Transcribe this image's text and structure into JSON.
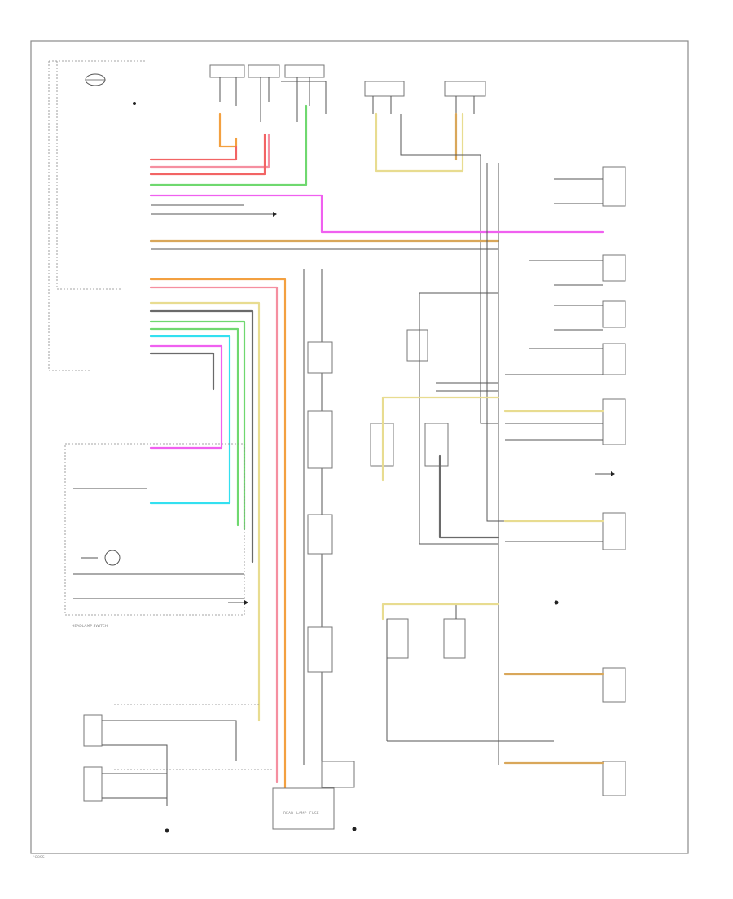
{
  "colors": {
    "red": "#f26464",
    "orange": "#f3a040",
    "pink": "#f58fa0",
    "green": "#6fd86f",
    "magenta": "#f060f0",
    "cyan": "#33e0f0",
    "tan": "#d9a75a",
    "yellow": "#e8dc90",
    "gray": "#6a6a6a",
    "black": "#222222",
    "white": "#d8d8d8",
    "border": "#8a8a8a"
  },
  "diagram": {
    "footer_code": "i'O8SS",
    "headlamp_switch_label": "HEADLAMP SWITCH",
    "rear_fuse_labels": [
      "REAR",
      "LAMP",
      "FUSE"
    ]
  }
}
